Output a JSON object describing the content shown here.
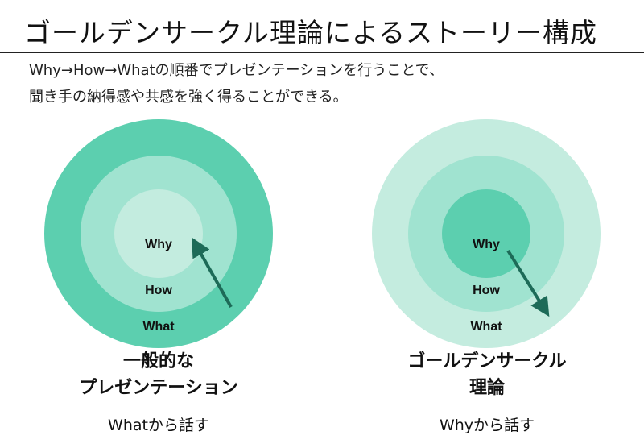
{
  "title": "ゴールデンサークル理論によるストーリー構成",
  "description": {
    "line1": "Why→How→Whatの順番でプレゼンテーションを行うことで、",
    "line2": "聞き手の納得感や共感を強く得ることができる。"
  },
  "diagrams": [
    {
      "caption_line1": "一般的な",
      "caption_line2": "プレゼンテーション",
      "subtitle": "Whatから話す",
      "rings": {
        "why": "Why",
        "how": "How",
        "what": "What"
      },
      "colors": {
        "outer": "#5ccfaf",
        "middle": "#a0e3d0",
        "inner": "#c3ecdf"
      },
      "arrow_direction": "What→Why"
    },
    {
      "caption_line1": "ゴールデンサークル",
      "caption_line2": "理論",
      "subtitle": "Whyから話す",
      "rings": {
        "why": "Why",
        "how": "How",
        "what": "What"
      },
      "colors": {
        "outer": "#c4ecdf",
        "middle": "#a0e3d0",
        "inner": "#5ccfaf"
      },
      "arrow_direction": "Why→What"
    }
  ],
  "arrow_color": "#1d6b58"
}
